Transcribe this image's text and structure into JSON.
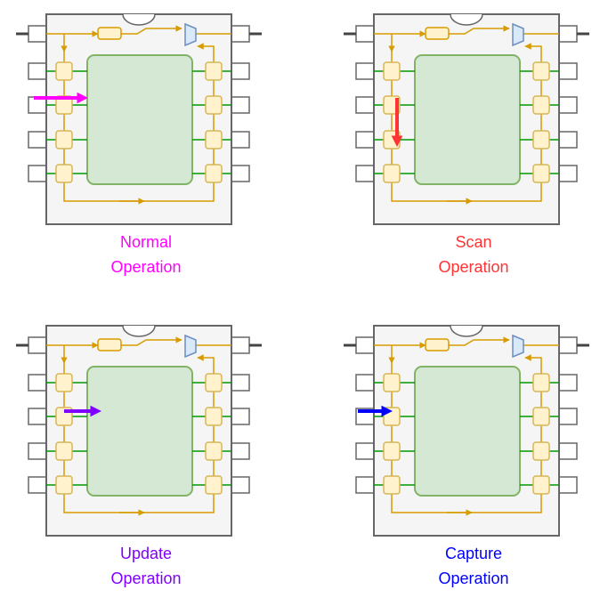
{
  "colors": {
    "chip_fill": "#f5f5f5",
    "chip_stroke": "#666666",
    "core_fill": "#d5e8d4",
    "core_stroke": "#82b366",
    "cell_fill": "#fff2cc",
    "cell_stroke": "#d6b656",
    "scan_path": "#d79b00",
    "signal": "#009900",
    "mux_fill": "#dae8fc",
    "mux_stroke": "#6c8ebf"
  },
  "panels": [
    {
      "line1": "Normal",
      "line2": "Operation",
      "color": "#ff00ff",
      "arrow": "normal"
    },
    {
      "line1": "Scan",
      "line2": "Operation",
      "color": "#ff3333",
      "arrow": "scan"
    },
    {
      "line1": "Update",
      "line2": "Operation",
      "color": "#7f00ff",
      "arrow": "update"
    },
    {
      "line1": "Capture",
      "line2": "Operation",
      "color": "#0000ff",
      "arrow": "capture"
    }
  ]
}
